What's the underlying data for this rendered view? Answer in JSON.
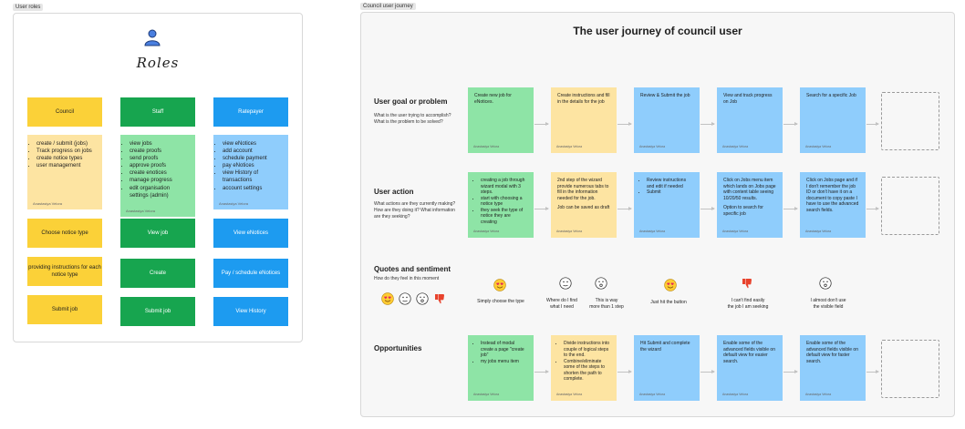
{
  "roles_frame": {
    "tag": "User roles",
    "title": "Roles",
    "columns": [
      {
        "header": "Council",
        "items": [
          "create / submit (jobs)",
          "Track progress on jobs",
          "create notice types",
          "user management"
        ],
        "author": "Anastasiya Velora",
        "actions": [
          "Choose notice type",
          "providing instructions for each notice type",
          "Submit job"
        ]
      },
      {
        "header": "Staff",
        "items": [
          "view jobs",
          "create proofs",
          "send proofs",
          "approve proofs",
          "create enotices",
          "manage progress",
          "edit organisation settings (admin)"
        ],
        "author": "Anastasiya Velora",
        "actions": [
          "View job",
          "Create",
          "Submit job"
        ]
      },
      {
        "header": "Ratepayer",
        "items": [
          "view eNotices",
          "add account",
          "schedule payment",
          "pay eNotices",
          "view History of transactions",
          "account settings"
        ],
        "author": "Anastasiya Velora",
        "actions": [
          "View eNotices",
          "Pay / schedule eNotices",
          "View History"
        ]
      }
    ]
  },
  "journey_frame": {
    "tag": "Council user journey",
    "title": "The user journey of council user",
    "rows": [
      {
        "heading": "User goal or problem",
        "sub": "What is the user trying to accomplish? What is the problem to be solved?",
        "cards": [
          {
            "text": "Create new job for eNotices.",
            "author": "Anastasiya Velora"
          },
          {
            "text": "Create instructions and fill in the details for the job",
            "author": "Anastasiya Velora"
          },
          {
            "text": "Review & Submit the job",
            "author": "Anastasiya Velora"
          },
          {
            "text": "View and track progress on Job",
            "author": "Anastasiya Velora"
          },
          {
            "text": "Search for a specific Job",
            "author": "Anastasiya Velora"
          }
        ]
      },
      {
        "heading": "User action",
        "sub": "What actions are they currently making? How are they doing it? What information are they seeking?",
        "cards": [
          {
            "bullets": [
              "creating a job through wizard modal with 3 steps.",
              "start with choosing a notice type",
              "they seek the type of notice they are creating"
            ],
            "author": "Anastasiya Velora"
          },
          {
            "paras": [
              "2nd step of the wizard provide numerous tabs to fill in the information needed for the job.",
              "Job can be saved as draft"
            ],
            "author": "Anastasiya Velora"
          },
          {
            "bullets": [
              "Review instructions and edit if needed",
              "Submit"
            ],
            "author": "Anastasiya Velora"
          },
          {
            "paras": [
              "Click on Jobs menu item which lands on Jobs page with content table seeing 10/20/50 results.",
              "Option to search for specific job"
            ],
            "author": "Anastasiya Velora"
          },
          {
            "paras": [
              "Click on Jobs page and if I don't remember the job ID or don't have it on a document to copy paste I have to use the advanced search fields."
            ],
            "author": "Anastasiya Velora"
          }
        ]
      },
      {
        "heading": "Quotes and sentiment",
        "sub": "How do they feel in this moment",
        "quotes": [
          {
            "face": "love",
            "text": "Simply choose the type"
          },
          {
            "face": "neutral",
            "text": "Where do I find\nwhat I need"
          },
          {
            "face": "surprised",
            "text": "This is way\nmore than 1 step"
          },
          {
            "face": "love",
            "text": "Just hit the button"
          },
          {
            "face": "thumbs-down",
            "text": "I can't find easily\nthe job I am seeking"
          },
          {
            "face": "surprised",
            "text": "I almost don't use\nthe visible field"
          }
        ]
      },
      {
        "heading": "Opportunities",
        "sub": "",
        "cards": [
          {
            "bullets": [
              "Instead of modal create a page \"create job\"",
              "my jobs menu item"
            ],
            "author": "Anastasiya Velora"
          },
          {
            "bullets": [
              "Divide instructions into couple of logical steps to the end.",
              "Combine/eliminate some of the steps to shorten the path to complete."
            ],
            "author": "Anastasiya Velora"
          },
          {
            "paras": [
              "Hit Submit and complete the wizard"
            ],
            "author": "Anastasiya Velora"
          },
          {
            "paras": [
              "Enable some of the advanced fields visible on default view for easier search."
            ],
            "author": "Anastasiya Velora"
          },
          {
            "paras": [
              "Enable some of the advanced fields visible on default view for faster search."
            ],
            "author": "Anastasiya Velora"
          }
        ]
      }
    ],
    "card_colors": [
      "#8ee4a6",
      "#fde4a2",
      "#8fcdfc",
      "#8fcdfc",
      "#8fcdfc"
    ],
    "sentiment_legend": [
      "love",
      "neutral",
      "surprised",
      "thumbs-down"
    ]
  }
}
